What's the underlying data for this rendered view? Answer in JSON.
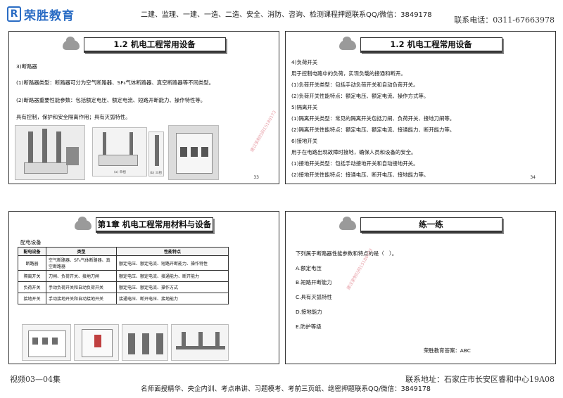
{
  "header": {
    "logo_text": "荣胜教育",
    "top_line": "二建、监理、一建、一造、二造、安全、消防、咨询、检测课程押题联系QQ/微信：3849178",
    "phone": "联系电话：0311-67663978"
  },
  "slide1": {
    "title": "1.2 机电工程常用设备",
    "heading": "3)断路器",
    "line1": "(1)断路器类型：断路器可分为空气断路器、SF₆气体断路器、真空断路器等不同类型。",
    "line2": "(2)断路器重要性能参数：包括额定电压、额定电流、短路开断能力、操作特性等。",
    "line3": "具有控制，保护和安全隔离作用；具有灭弧特性。",
    "captions": [
      "(a) 单相",
      "(b) 三相"
    ],
    "page": "33",
    "watermark": "建议录制扫码15180173"
  },
  "slide2": {
    "title": "1.2 机电工程常用设备",
    "lines": [
      "4)负荷开关",
      "用于控制电路中的负荷，实现负载的接通和断开。",
      "(1)负荷开关类型：包括手动负荷开关和自动负荷开关。",
      "(2)负荷开关性能特点：额定电压、额定电流、操作方式等。",
      "5)隔离开关",
      "(1)隔离开关类型：常见的隔离开关包括刀闸、负荷开关、接地刀闸等。",
      "(2)隔离开关性能特点：额定电压、额定电流、接通能力、断开能力等。",
      "6)接地开关",
      "用于在电路出现故障时接地，确保人员和设备的安全。",
      "(1)接地开关类型：包括手动接地开关和自动接地开关。",
      "(2)接地开关性能特点：接通电压、断开电压、接地能力等。"
    ],
    "page": "34"
  },
  "slide3": {
    "title": "第1章 机电工程常用材料与设备",
    "subtitle": "配电设备",
    "table": {
      "headers": [
        "配电设备",
        "类型",
        "性能特点"
      ],
      "rows": [
        [
          "断路器",
          "空气断路器、SF₆气体断路器、真空断路器",
          "额定电压、额定电流、短路开断能力、操作特性"
        ],
        [
          "隔离开关",
          "刀闸、负荷开关、接地刀闸",
          "额定电压、额定电流、接通能力、断开能力"
        ],
        [
          "负荷开关",
          "手动负荷开关和自动负荷开关",
          "额定电压、额定电流、操作方式"
        ],
        [
          "接地开关",
          "手动接地开关和自动接地开关",
          "接通电压、断开电压、接地能力"
        ]
      ]
    }
  },
  "slide4": {
    "title": "练一练",
    "question": "下列属于断路器性能参数和特点的是（　）。",
    "options": [
      "A.额定电压",
      "B.短路开断能力",
      "C.具有灭弧特性",
      "D.接地能力",
      "E.防护等级"
    ],
    "answer": "荣胜教育答案：ABC",
    "watermark": "建议录制扫码15180173"
  },
  "footer": {
    "left": "视频03—04集",
    "right": "联系地址：石家庄市长安区睿和中心19A08",
    "bottom": "名师面授精华、央企内训、考点串讲、习题模考、考前三页纸、绝密押题联系QQ/微信：3849178"
  }
}
